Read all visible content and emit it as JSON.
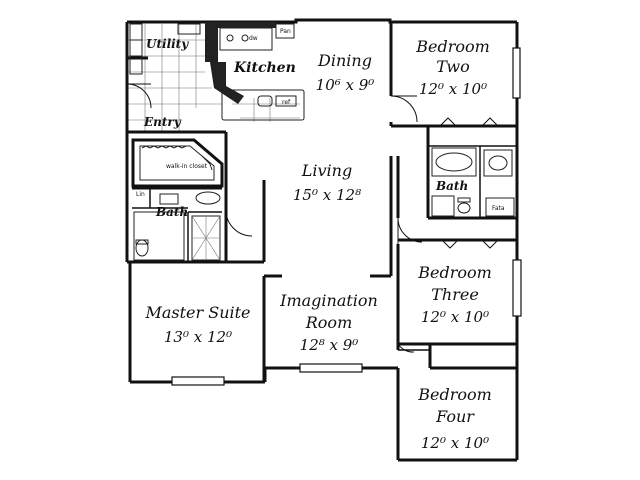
{
  "plan": {
    "rooms": [
      {
        "key": "dining",
        "name": "Dining",
        "dims": "10⁶ x 9⁰"
      },
      {
        "key": "bedroom_two",
        "name_lines": [
          "Bedroom",
          "Two"
        ],
        "dims": "12⁰ x 10⁰"
      },
      {
        "key": "living",
        "name": "Living",
        "dims": "15⁰ x 12⁸"
      },
      {
        "key": "bedroom_three",
        "name_lines": [
          "Bedroom",
          "Three"
        ],
        "dims": "12⁰ x 10⁰"
      },
      {
        "key": "master_suite",
        "name": "Master Suite",
        "dims": "13⁰ x 12⁰"
      },
      {
        "key": "imagination_room",
        "name_lines": [
          "Imagination",
          "Room"
        ],
        "dims": "12⁸ x 9⁰"
      },
      {
        "key": "bedroom_four",
        "name_lines": [
          "Bedroom",
          "Four"
        ],
        "dims": "12⁰ x 10⁰"
      }
    ],
    "labels": {
      "utility": "Utility",
      "kitchen": "Kitchen",
      "entry": "Entry",
      "walk_in_closet": "walk-in closet",
      "bath_master": "Bath",
      "bath_hall": "Bath",
      "pan": "Pan",
      "ref": "ref",
      "dw": "dw",
      "lin": "Lin",
      "fata": "Fata"
    }
  }
}
